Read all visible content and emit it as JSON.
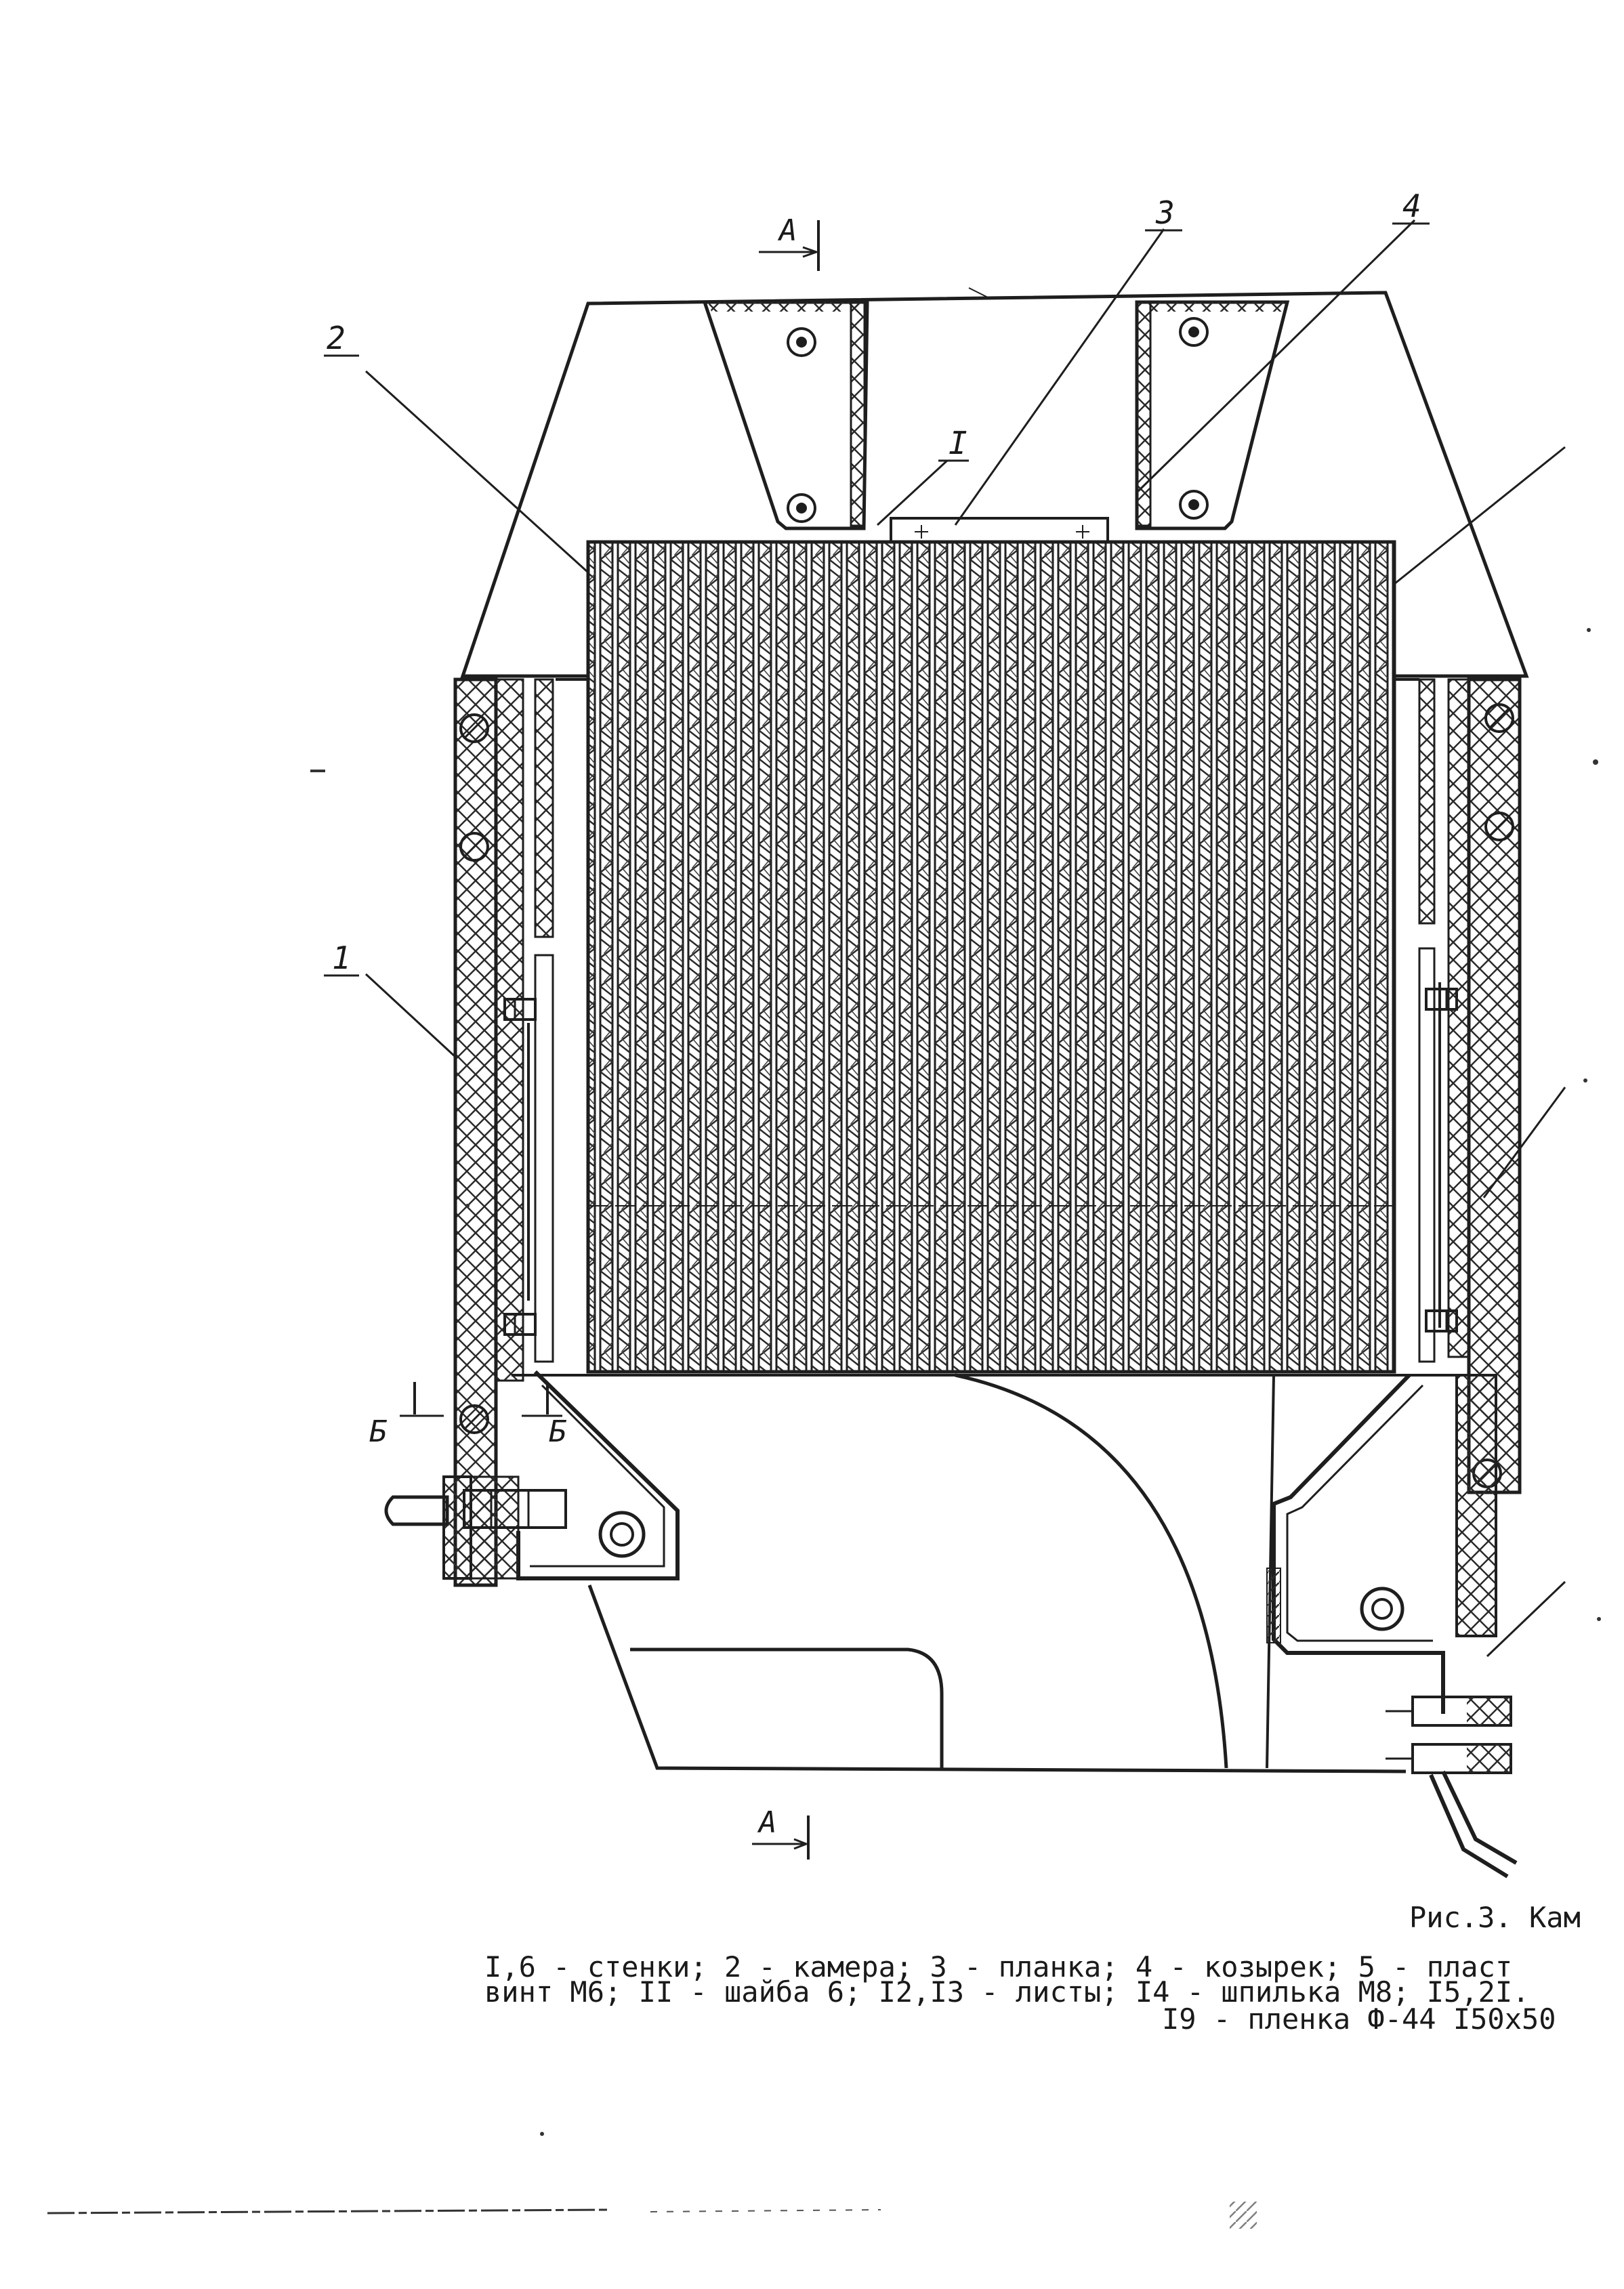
{
  "callouts": {
    "c1": "1",
    "c2": "2",
    "c3": "3",
    "c4": "4",
    "cI": "I"
  },
  "sections": {
    "a_top": "А",
    "a_bottom": "А",
    "b_left": "Б",
    "b_right": "Б"
  },
  "caption": {
    "title": "Рис.3. Кам",
    "line1": "I,6 - стенки; 2 - камера; 3 - планка; 4 - козырек; 5 - пласт",
    "line2": "винт М6; II - шайба 6; I2,I3 - листы; I4 - шпилька М8; I5,2I.",
    "line3": "I9 - пленка Ф-44 I50х50"
  },
  "colors": {
    "ink": "#1e1e1e",
    "paper": "#ffffff"
  }
}
